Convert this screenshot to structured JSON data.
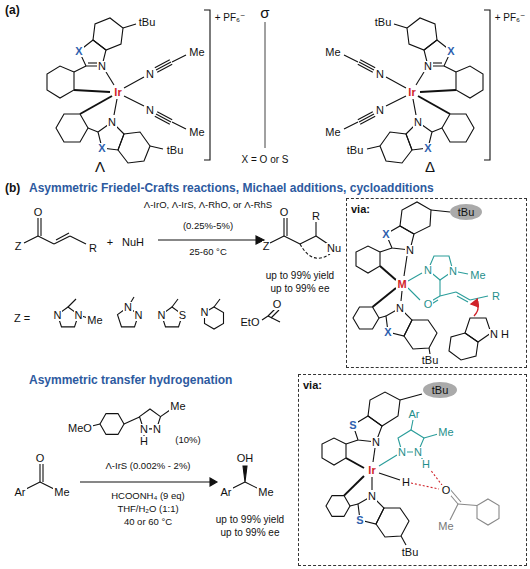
{
  "diagram": {
    "nodes": [
      {
        "text": [
          "via:"
        ]
      },
      {
        "text": [
          "via:"
        ]
      }
    ],
    "edges": [],
    "labels": [
      "(a)",
      "σ",
      "+ PF₆⁻",
      "Ir",
      "X",
      "N",
      "tBu",
      "N",
      "X",
      "tBu",
      "N",
      "Me",
      "N",
      "Me",
      "Λ",
      "X = O or S",
      "Ir",
      "X",
      "N",
      "tBu",
      "N",
      "X",
      "tBu",
      "N",
      "Me",
      "N",
      "Me",
      "Δ",
      "+ PF₆⁻",
      "(b)",
      "Asymmetric Friedel-Crafts reactions, Michael additions, cycloadditions",
      "O",
      "Z",
      "R",
      "+",
      "NuH",
      "Λ-IrO, Λ-IrS, Λ-RhO, or Λ-RhS",
      "(0.25%-5%)",
      "25-60 °C",
      "O",
      "Z",
      "R",
      "Nu",
      "up to 99% yield",
      "up to 99% ee",
      "Z =",
      "N",
      "N",
      "Me",
      "N",
      "N",
      "N",
      "S",
      "N",
      "EtO",
      "O",
      "tBu",
      "X",
      "N",
      "M",
      "N",
      "X",
      "tBu",
      "N",
      "N",
      "Me",
      "O",
      "R",
      "N",
      "H",
      "Asymmetric transfer hydrogenation",
      "O",
      "Ar",
      "Me",
      "Me",
      "N",
      "N",
      "H",
      "MeO",
      "(10%)",
      "Λ-IrS (0.002% - 2%)",
      "HCOONH₄ (9 eq)",
      "THF/H₂O (1:1)",
      "40 or 60 °C",
      "OH",
      "Ar",
      "Me",
      "up to 99% yield",
      "up to 99% ee",
      "S",
      "N",
      "tBu",
      "Ir",
      "N",
      "S",
      "tBu",
      "N",
      "N",
      "H",
      "Me",
      "Ar",
      "H",
      "O",
      "Me"
    ]
  }
}
